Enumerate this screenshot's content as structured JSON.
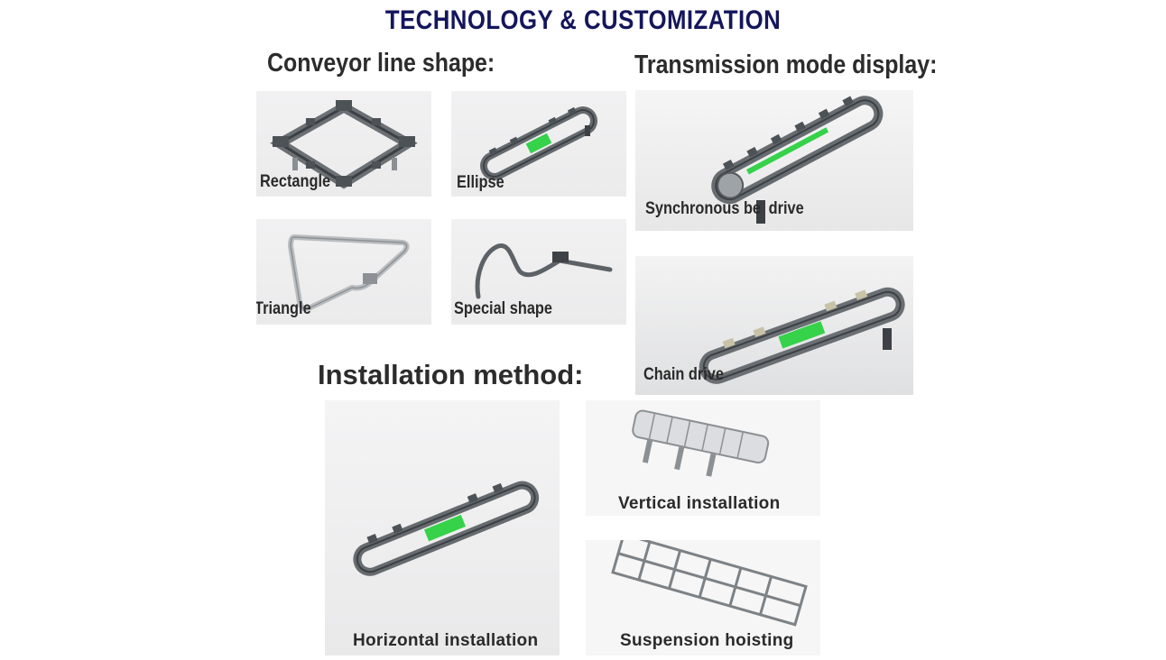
{
  "title": "TECHNOLOGY & CUSTOMIZATION",
  "sections": {
    "shape": "Conveyor line shape:",
    "transmission": "Transmission mode display:",
    "installation": "Installation method:"
  },
  "shapes": [
    {
      "label": "Rectangle"
    },
    {
      "label": "Ellipse"
    },
    {
      "label": "Triangle"
    },
    {
      "label": "Special shape"
    }
  ],
  "transmission_modes": [
    {
      "label": "Synchronous be",
      "label_tail": "drive"
    },
    {
      "label": "Chain drive"
    }
  ],
  "installations": [
    {
      "label": "Horizontal installation"
    },
    {
      "label": "Vertical installation"
    },
    {
      "label": "Suspension hoisting"
    }
  ],
  "colors": {
    "title": "#14165c",
    "accent_green": "#35d24a",
    "frame": "#6a6e72",
    "panel": "#eeeeef"
  }
}
